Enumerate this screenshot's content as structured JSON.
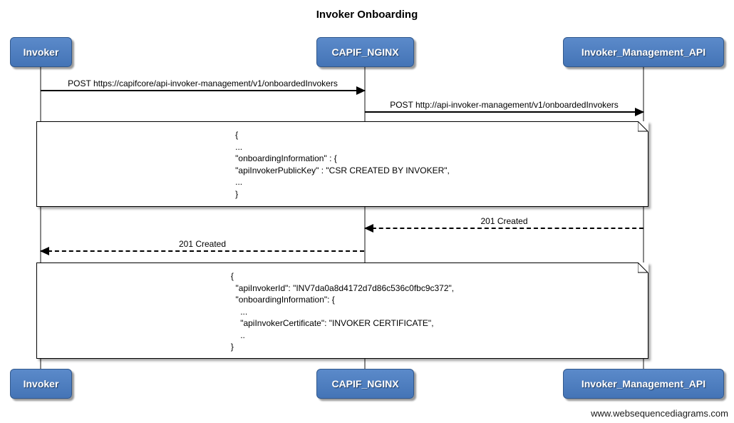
{
  "title": "Invoker Onboarding",
  "watermark": "www.websequencediagrams.com",
  "actors": {
    "invoker": "Invoker",
    "capif": "CAPIF_NGINX",
    "management_api": "Invoker_Management_API"
  },
  "messages": {
    "post_onboard_https": {
      "label": "POST https://capifcore/api-invoker-management/v1/onboardedInvokers",
      "from": "Invoker",
      "to": "CAPIF_NGINX",
      "line": "solid"
    },
    "post_onboard_http": {
      "label": "POST http://api-invoker-management/v1/onboardedInvokers",
      "from": "CAPIF_NGINX",
      "to": "Invoker_Management_API",
      "line": "solid"
    },
    "created_to_capif": {
      "label": "201 Created",
      "from": "Invoker_Management_API",
      "to": "CAPIF_NGINX",
      "line": "dashed"
    },
    "created_to_invoker": {
      "label": "201 Created",
      "from": "CAPIF_NGINX",
      "to": "Invoker",
      "line": "dashed"
    }
  },
  "notes": {
    "request_body": {
      "text": "{\n...\n\"onboardingInformation\" : {\n\"apiInvokerPublicKey\" : \"CSR CREATED BY INVOKER\",\n...\n}"
    },
    "response_body": {
      "text": "{\n  \"apiInvokerId\": \"INV7da0a8d4172d7d86c536c0fbc9c372\",\n  \"onboardingInformation\": {\n    ...\n    \"apiInvokerCertificate\": \"INVOKER CERTIFICATE\",\n    ..\n}"
    }
  },
  "colors": {
    "actor_fill": "#4b7bbd",
    "actor_border": "#31588c",
    "lifeline": "#888888",
    "message_line": "#000000",
    "note_background": "#ffffff",
    "note_border": "#000000"
  }
}
